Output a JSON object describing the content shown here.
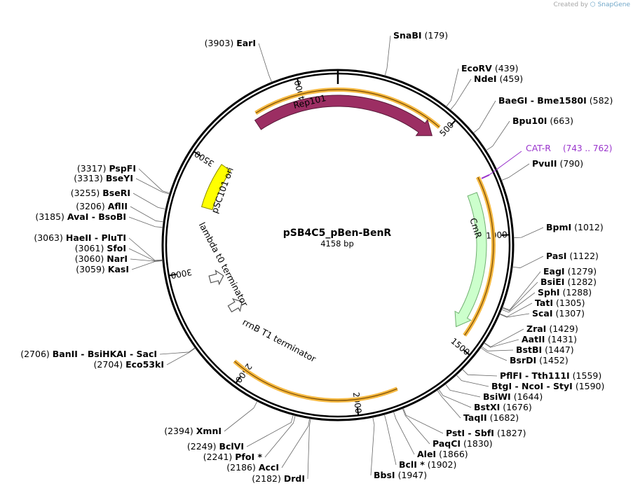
{
  "credit": {
    "prefix": "Created by",
    "brand": "SnapGene"
  },
  "plasmid": {
    "name": "pSB4C5_pBen-BenR",
    "length_label": "4158 bp",
    "total_bp": 4158
  },
  "ticks": [
    {
      "bp": 500,
      "label": "500"
    },
    {
      "bp": 1000,
      "label": "1000"
    },
    {
      "bp": 1500,
      "label": "1500"
    },
    {
      "bp": 2000,
      "label": "2000"
    },
    {
      "bp": 2500,
      "label": "2500"
    },
    {
      "bp": 3000,
      "label": "3000"
    },
    {
      "bp": 3500,
      "label": "3500"
    },
    {
      "bp": 4000,
      "label": "4000"
    }
  ],
  "features": [
    {
      "name": "Rep101",
      "label": "Rep101",
      "start": 3770,
      "end": 470,
      "strand": 1,
      "color": "#9c2e63",
      "label_color": "#ffffff"
    },
    {
      "name": "CmR",
      "label": "CmR",
      "start": 800,
      "end": 1440,
      "strand": 1,
      "color": "#ccffcc",
      "label_color": "#000000"
    },
    {
      "name": "pSC101 ori",
      "label": "pSC101 ori",
      "start": 3300,
      "end": 3520,
      "strand": 0,
      "color": "#ffff00",
      "label_color": "#000000"
    },
    {
      "name": "lambda t0 terminator",
      "label": "lambda t0 terminator",
      "start": 2945,
      "end": 2950,
      "strand": -1,
      "color": "#ffffff",
      "label_color": "#000000"
    },
    {
      "name": "rrnB T1 terminator",
      "label": "rrnB T1 terminator",
      "start": 2765,
      "end": 2770,
      "strand": -1,
      "color": "#ffffff",
      "label_color": "#000000"
    }
  ],
  "primer": {
    "name": "CAT-R",
    "range": "(743 .. 762)",
    "color": "#9933cc",
    "bp": 752
  },
  "orange_arcs": [
    {
      "start": 3790,
      "end": 470
    },
    {
      "start": 740,
      "end": 1450
    },
    {
      "start": 1820,
      "end": 2560
    }
  ],
  "sites": [
    {
      "bp": 179,
      "names": [
        "SnaBI"
      ],
      "pos": "(179)"
    },
    {
      "bp": 439,
      "names": [
        "EcoRV"
      ],
      "pos": "(439)"
    },
    {
      "bp": 459,
      "names": [
        "NdeI"
      ],
      "pos": "(459)"
    },
    {
      "bp": 582,
      "names": [
        "BaeGI",
        "Bme1580I"
      ],
      "pos": "(582)"
    },
    {
      "bp": 663,
      "names": [
        "Bpu10I"
      ],
      "pos": "(663)"
    },
    {
      "bp": 790,
      "names": [
        "PvuII"
      ],
      "pos": "(790)"
    },
    {
      "bp": 1012,
      "names": [
        "BpmI"
      ],
      "pos": "(1012)"
    },
    {
      "bp": 1122,
      "names": [
        "PasI"
      ],
      "pos": "(1122)"
    },
    {
      "bp": 1279,
      "names": [
        "EagI"
      ],
      "pos": "(1279)"
    },
    {
      "bp": 1282,
      "names": [
        "BsiEI"
      ],
      "pos": "(1282)"
    },
    {
      "bp": 1288,
      "names": [
        "SphI"
      ],
      "pos": "(1288)"
    },
    {
      "bp": 1305,
      "names": [
        "TatI"
      ],
      "pos": "(1305)"
    },
    {
      "bp": 1307,
      "names": [
        "ScaI"
      ],
      "pos": "(1307)"
    },
    {
      "bp": 1429,
      "names": [
        "ZraI"
      ],
      "pos": "(1429)"
    },
    {
      "bp": 1431,
      "names": [
        "AatII"
      ],
      "pos": "(1431)"
    },
    {
      "bp": 1447,
      "names": [
        "BstBI"
      ],
      "pos": "(1447)"
    },
    {
      "bp": 1452,
      "names": [
        "BsrDI"
      ],
      "pos": "(1452)"
    },
    {
      "bp": 1559,
      "names": [
        "PflFI",
        "Tth111I"
      ],
      "pos": "(1559)"
    },
    {
      "bp": 1590,
      "names": [
        "BtgI",
        "NcoI",
        "StyI"
      ],
      "pos": "(1590)"
    },
    {
      "bp": 1644,
      "names": [
        "BsiWI"
      ],
      "pos": "(1644)"
    },
    {
      "bp": 1676,
      "names": [
        "BstXI"
      ],
      "pos": "(1676)"
    },
    {
      "bp": 1682,
      "names": [
        "TaqII"
      ],
      "pos": "(1682)"
    },
    {
      "bp": 1827,
      "names": [
        "PstI",
        "SbfI"
      ],
      "pos": "(1827)"
    },
    {
      "bp": 1830,
      "names": [
        "PaqCI"
      ],
      "pos": "(1830)"
    },
    {
      "bp": 1866,
      "names": [
        "AleI"
      ],
      "pos": "(1866)"
    },
    {
      "bp": 1902,
      "names": [
        "BclI *"
      ],
      "pos": "(1902)"
    },
    {
      "bp": 1947,
      "names": [
        "BbsI"
      ],
      "pos": "(1947)"
    },
    {
      "bp": 2182,
      "names": [
        "DrdI"
      ],
      "pos": "(2182)"
    },
    {
      "bp": 2186,
      "names": [
        "AccI"
      ],
      "pos": "(2186)"
    },
    {
      "bp": 2241,
      "names": [
        "PfoI *"
      ],
      "pos": "(2241)"
    },
    {
      "bp": 2249,
      "names": [
        "BclVI"
      ],
      "pos": "(2249)"
    },
    {
      "bp": 2394,
      "names": [
        "XmnI"
      ],
      "pos": "(2394)"
    },
    {
      "bp": 2704,
      "names": [
        "Eco53kI"
      ],
      "pos": "(2704)"
    },
    {
      "bp": 2706,
      "names": [
        "BanII",
        "BsiHKAI",
        "SacI"
      ],
      "pos": "(2706)"
    },
    {
      "bp": 3059,
      "names": [
        "KasI"
      ],
      "pos": "(3059)"
    },
    {
      "bp": 3060,
      "names": [
        "NarI"
      ],
      "pos": "(3060)"
    },
    {
      "bp": 3061,
      "names": [
        "SfoI"
      ],
      "pos": "(3061)"
    },
    {
      "bp": 3063,
      "names": [
        "HaeII",
        "PluTI"
      ],
      "pos": "(3063)"
    },
    {
      "bp": 3185,
      "names": [
        "AvaI",
        "BsoBI"
      ],
      "pos": "(3185)"
    },
    {
      "bp": 3206,
      "names": [
        "AflII"
      ],
      "pos": "(3206)"
    },
    {
      "bp": 3255,
      "names": [
        "BseRI"
      ],
      "pos": "(3255)"
    },
    {
      "bp": 3313,
      "names": [
        "BseYI"
      ],
      "pos": "(3313)"
    },
    {
      "bp": 3317,
      "names": [
        "PspFI"
      ],
      "pos": "(3317)"
    },
    {
      "bp": 3903,
      "names": [
        "EarI"
      ],
      "pos": "(3903)"
    }
  ]
}
